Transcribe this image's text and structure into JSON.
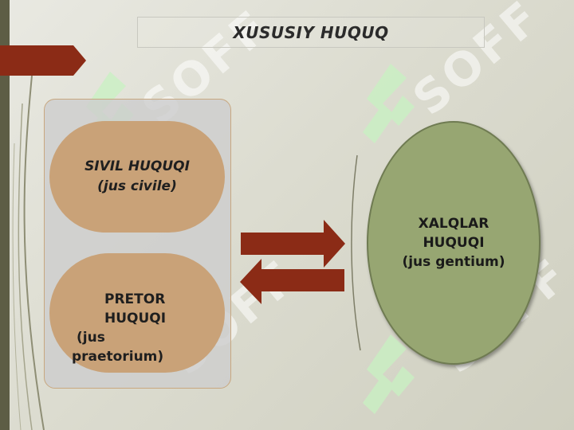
{
  "title": "XUSUSIY HUQUQ",
  "left_ovals": {
    "civil": {
      "line1": "SIVIL HUQUQI",
      "line2": "(jus civile)"
    },
    "pretor": {
      "line1": "PRETOR",
      "line2": "HUQUQI",
      "line3": "(jus",
      "line4": "praetorium)"
    }
  },
  "right_oval": {
    "line1": "XALQLAR",
    "line2": "HUQUQI",
    "line3": "(jus gentium)"
  },
  "watermark_text": "SOFF",
  "colors": {
    "title_text": "#2b2b2b",
    "oval_tan": "#c9a278",
    "oval_green": "#97a672",
    "arrow_red": "#8b2b16",
    "side_bar": "#5d5d45",
    "watermark_green": "#c8f2c2"
  },
  "icons": [
    "arrow-right-icon",
    "arrow-left-icon",
    "watermark-logo-icon"
  ]
}
